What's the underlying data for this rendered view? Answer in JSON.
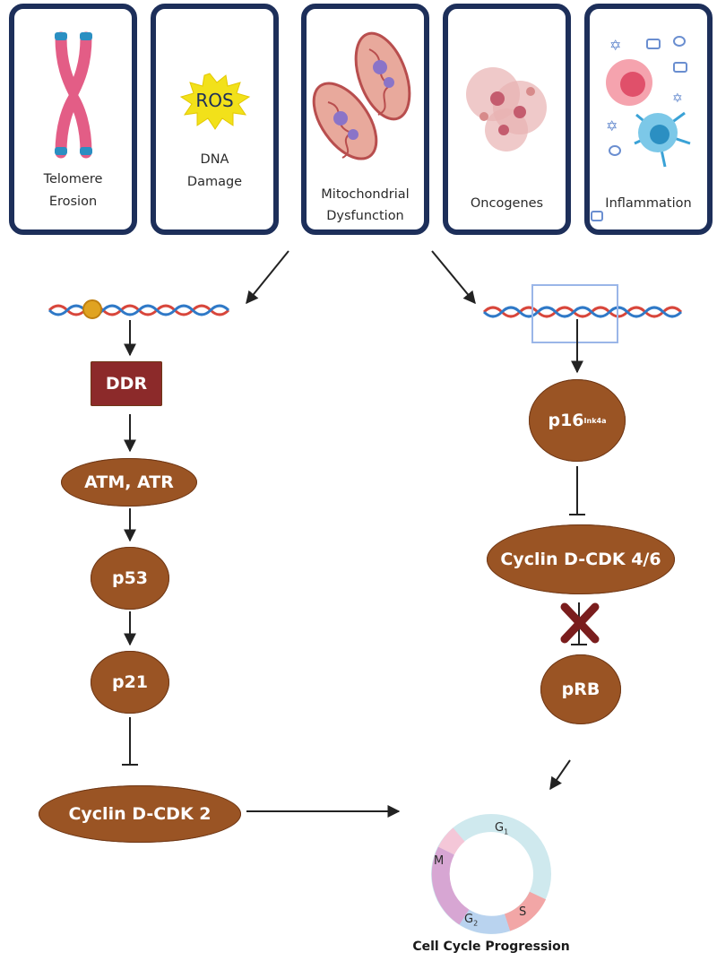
{
  "cards": [
    {
      "id": "telomere",
      "line1": "Telomere",
      "line2": "Erosion"
    },
    {
      "id": "dna",
      "line1": "DNA",
      "line2": "Damage",
      "badge": "ROS"
    },
    {
      "id": "mito",
      "line1": "Mitochondrial",
      "line2": "Dysfunction"
    },
    {
      "id": "onco",
      "line1": "Oncogenes",
      "line2": ""
    },
    {
      "id": "inflam",
      "line1": "Inflammation",
      "line2": ""
    }
  ],
  "left_pathway": {
    "ddr": "DDR",
    "atm": "ATM, ATR",
    "p53": "p53",
    "p21": "p21",
    "cdk2": "Cyclin D-CDK 2"
  },
  "right_pathway": {
    "p16_base": "p16",
    "p16_sup": "Ink4a",
    "cdk46": "Cyclin D-CDK 4/6",
    "prb": "pRB"
  },
  "cell_cycle": {
    "phases": [
      "G1",
      "S",
      "G2",
      "M"
    ],
    "g1_main": "G",
    "g1_sub": "1",
    "s": "S",
    "g2_main": "G",
    "g2_sub": "2",
    "m": "M",
    "caption": "Cell Cycle Progression"
  },
  "colors": {
    "card_border": "#1d2f5a",
    "node_fill": "#9a5424",
    "ddr_fill": "#8c2a2a",
    "block_x": "#7a1d1d",
    "g1_arc": "#cfe9ee",
    "s_arc": "#f2a6a6",
    "g2_arc": "#b9d3ef",
    "m_arc": "#d7a6d3"
  }
}
